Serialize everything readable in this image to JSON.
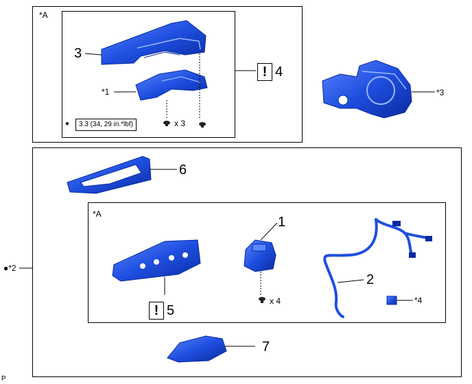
{
  "labels": {
    "group_a_top": "*A",
    "group_a_inner": "*A",
    "ref_1": "*1",
    "ref_2": "●*2",
    "ref_3": "*3",
    "ref_4": "*4",
    "footer": "P"
  },
  "callouts": {
    "part_1": "1",
    "part_2": "2",
    "part_3": "3",
    "part_4": "4",
    "part_5": "5",
    "part_6": "6",
    "part_7": "7"
  },
  "alerts": {
    "symbol": "!"
  },
  "torque": {
    "bullet": "●",
    "spec": "3.3 (34, 29 in.*lbf)"
  },
  "quantities": {
    "screws_top": "x 3",
    "screws_bottom": "x 4"
  },
  "colors": {
    "part_fill": "#1f4fe0",
    "part_dark": "#0a2aa0",
    "part_light": "#5a86ff"
  }
}
